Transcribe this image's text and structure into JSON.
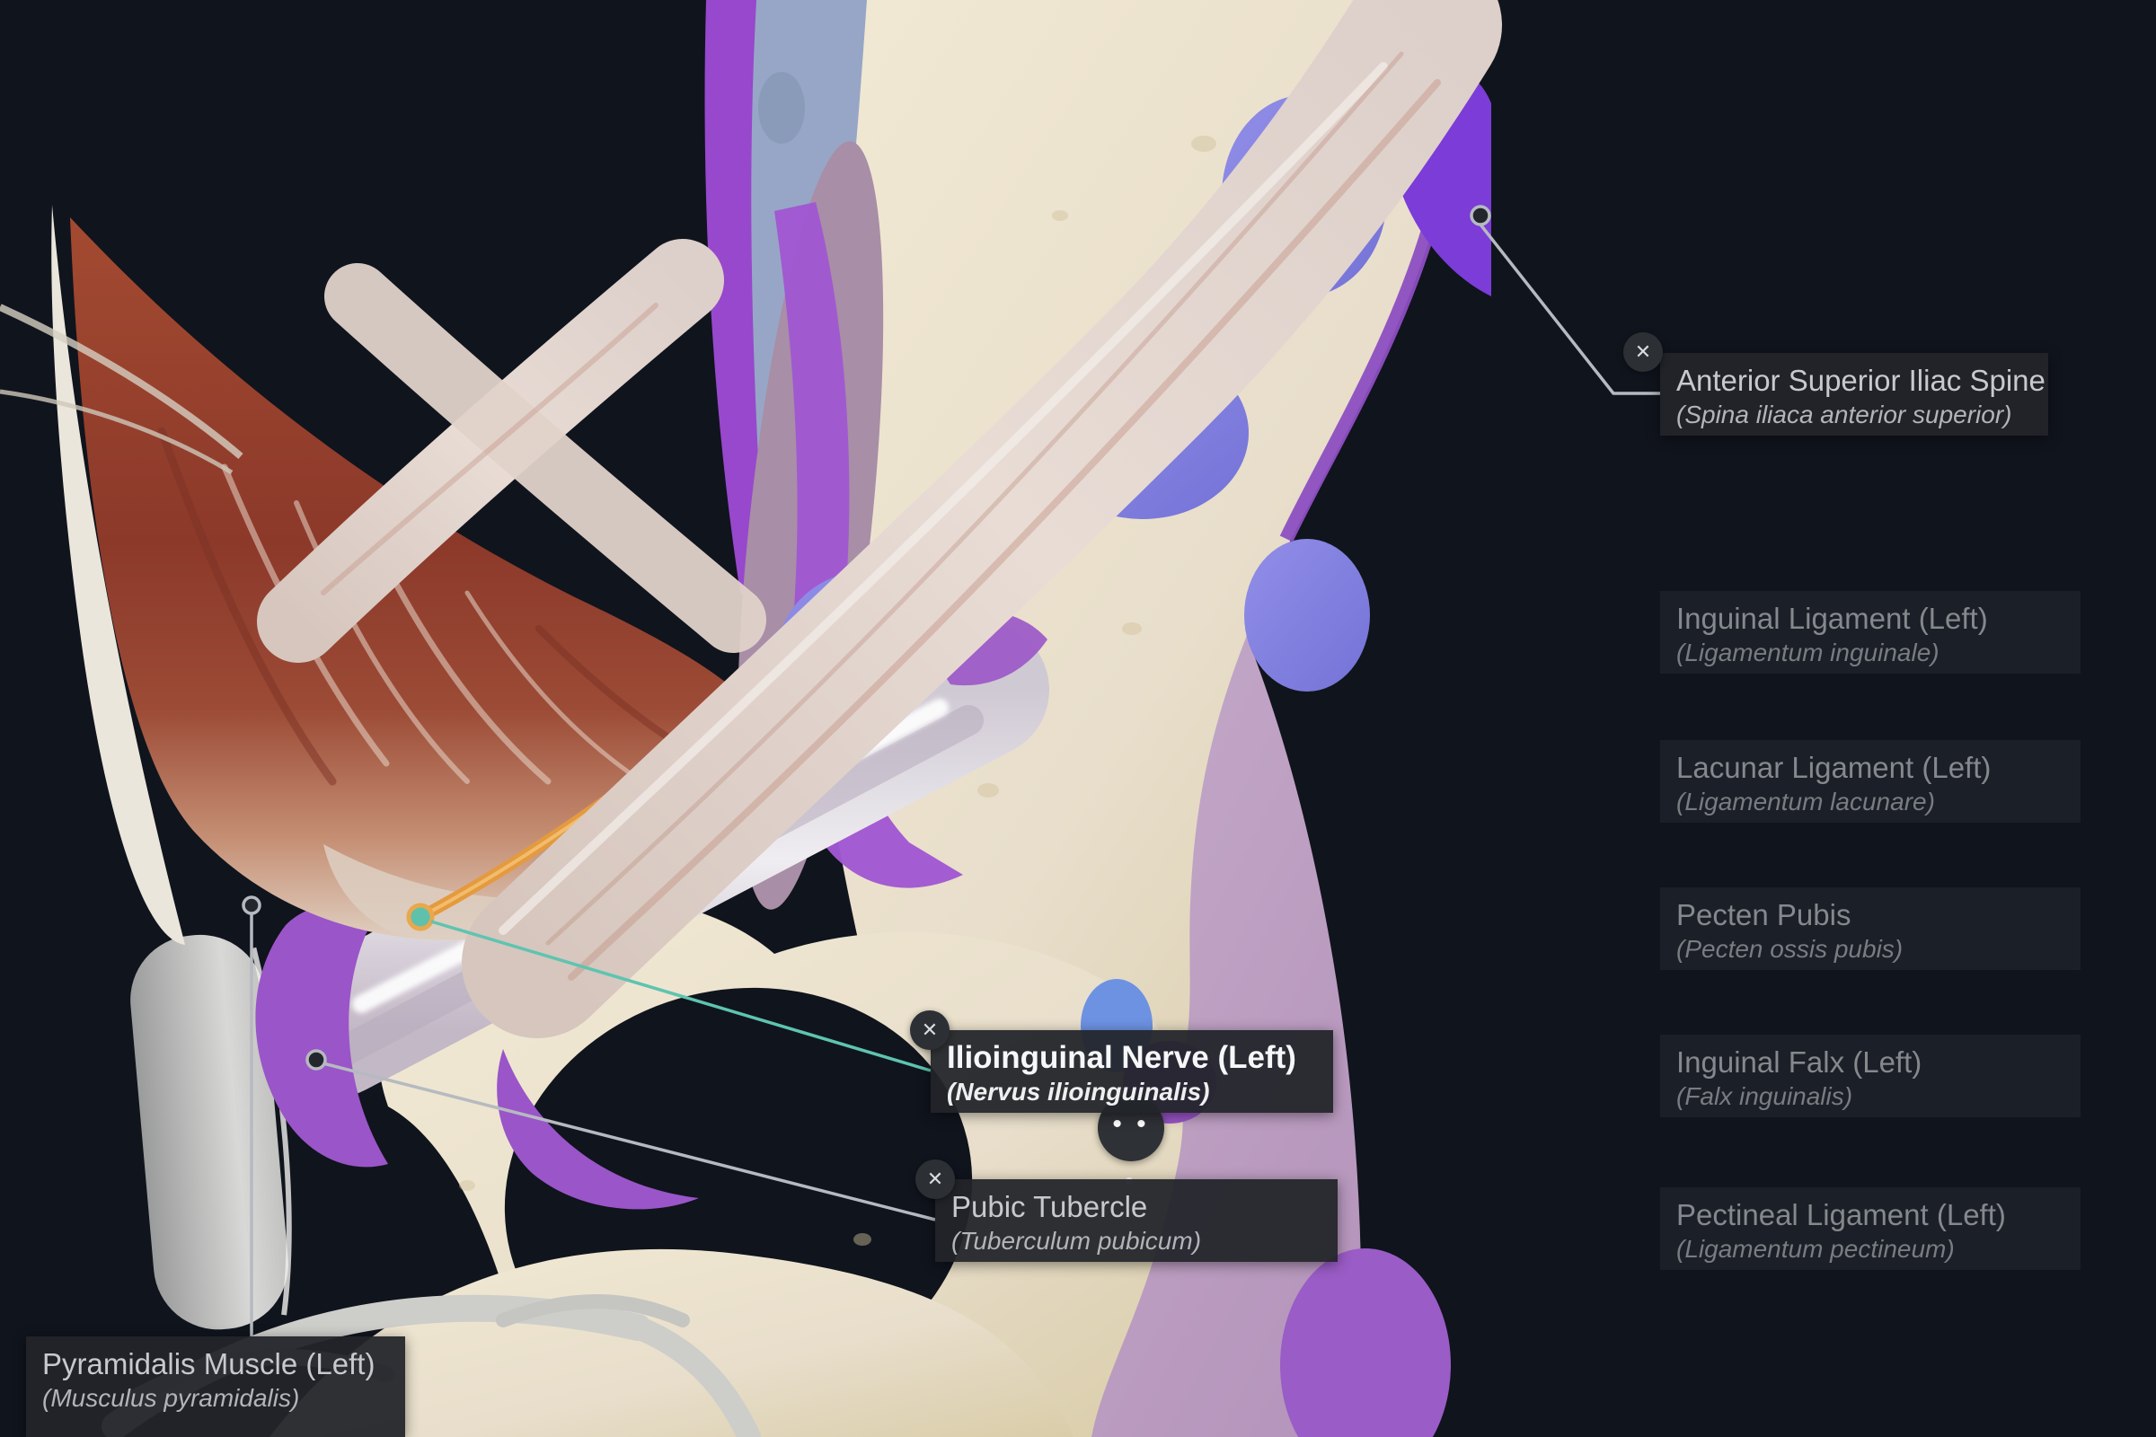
{
  "scene": {
    "background": "#10141d",
    "description": "3D anatomy viewer - left hip bone with inguinal region structures pinned"
  },
  "callouts": {
    "asis": {
      "title": "Anterior Superior Iliac Spine",
      "subtitle": "(Spina iliaca anterior superior)"
    },
    "ilioinguinal": {
      "title": "Ilioinguinal Nerve (Left)",
      "subtitle": "(Nervus ilioinguinalis)",
      "selected": true
    },
    "pubic_tubercle": {
      "title": "Pubic Tubercle",
      "subtitle": "(Tuberculum pubicum)"
    },
    "pyramidalis": {
      "title": "Pyramidalis Muscle (Left)",
      "subtitle": "(Musculus pyramidalis)"
    }
  },
  "pin_list": {
    "items": [
      {
        "title": "Inguinal Ligament (Left)",
        "subtitle": "(Ligamentum inguinale)"
      },
      {
        "title": "Lacunar Ligament (Left)",
        "subtitle": "(Ligamentum lacunare)"
      },
      {
        "title": "Pecten Pubis",
        "subtitle": "(Pecten ossis pubis)"
      },
      {
        "title": "Inguinal Falx (Left)",
        "subtitle": "(Falx inguinalis)"
      },
      {
        "title": "Pectineal Ligament (Left)",
        "subtitle": "(Ligamentum pectineum)"
      }
    ]
  },
  "icons": {
    "close": "✕",
    "more": "• • •"
  },
  "colors": {
    "bone": "#ece3ca",
    "ligament_purple": "#9a55c8",
    "attachment_blue": "#8886e2",
    "nerve_orange": "#e49a3e",
    "nerve_tip_teal": "#5fc0ab",
    "leader_line": "#b6bac0",
    "teal_leader": "#5ec4b0",
    "muscle_red": "#8f3c2c"
  }
}
